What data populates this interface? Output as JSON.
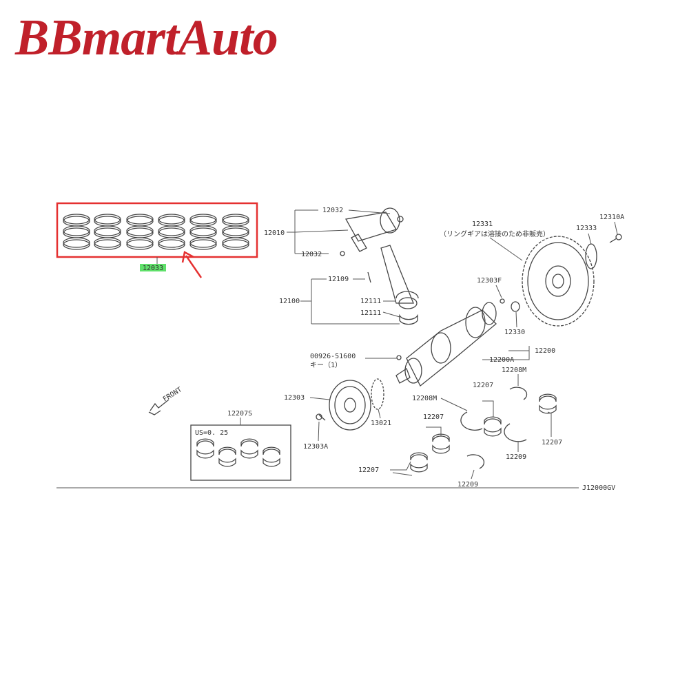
{
  "brand": {
    "name": "BBmartAuto",
    "color": "#c0202a"
  },
  "diagram": {
    "highlight_color": "#e53030",
    "highlighted_part": "12033",
    "code": "J12000GV",
    "front_label": "FRONT",
    "us_label": "US=0. 25",
    "flywheel_note": "（リングギアは溶接のため非販売）",
    "labels": {
      "p12032a": "12032",
      "p12010": "12010",
      "p12032b": "12032",
      "p12109": "12109",
      "p12100": "12100",
      "p12111a": "12111",
      "p12111b": "12111",
      "p12331": "12331",
      "p12333": "12333",
      "p12310a": "12310A",
      "p12303f": "12303F",
      "p12330": "12330",
      "p12200": "12200",
      "p12200a": "12200A",
      "p00926": "00926-51600",
      "p00926q": "キー（1）",
      "p12303": "12303",
      "p13021": "13021",
      "p12303a": "12303A",
      "p12207s": "12207S",
      "p12208m_a": "12208M",
      "p12208m_b": "12208M",
      "p12207_a": "12207",
      "p12207_b": "12207",
      "p12207_c": "12207",
      "p12207_d": "12207",
      "p12209_a": "12209",
      "p12209_b": "12209"
    }
  }
}
